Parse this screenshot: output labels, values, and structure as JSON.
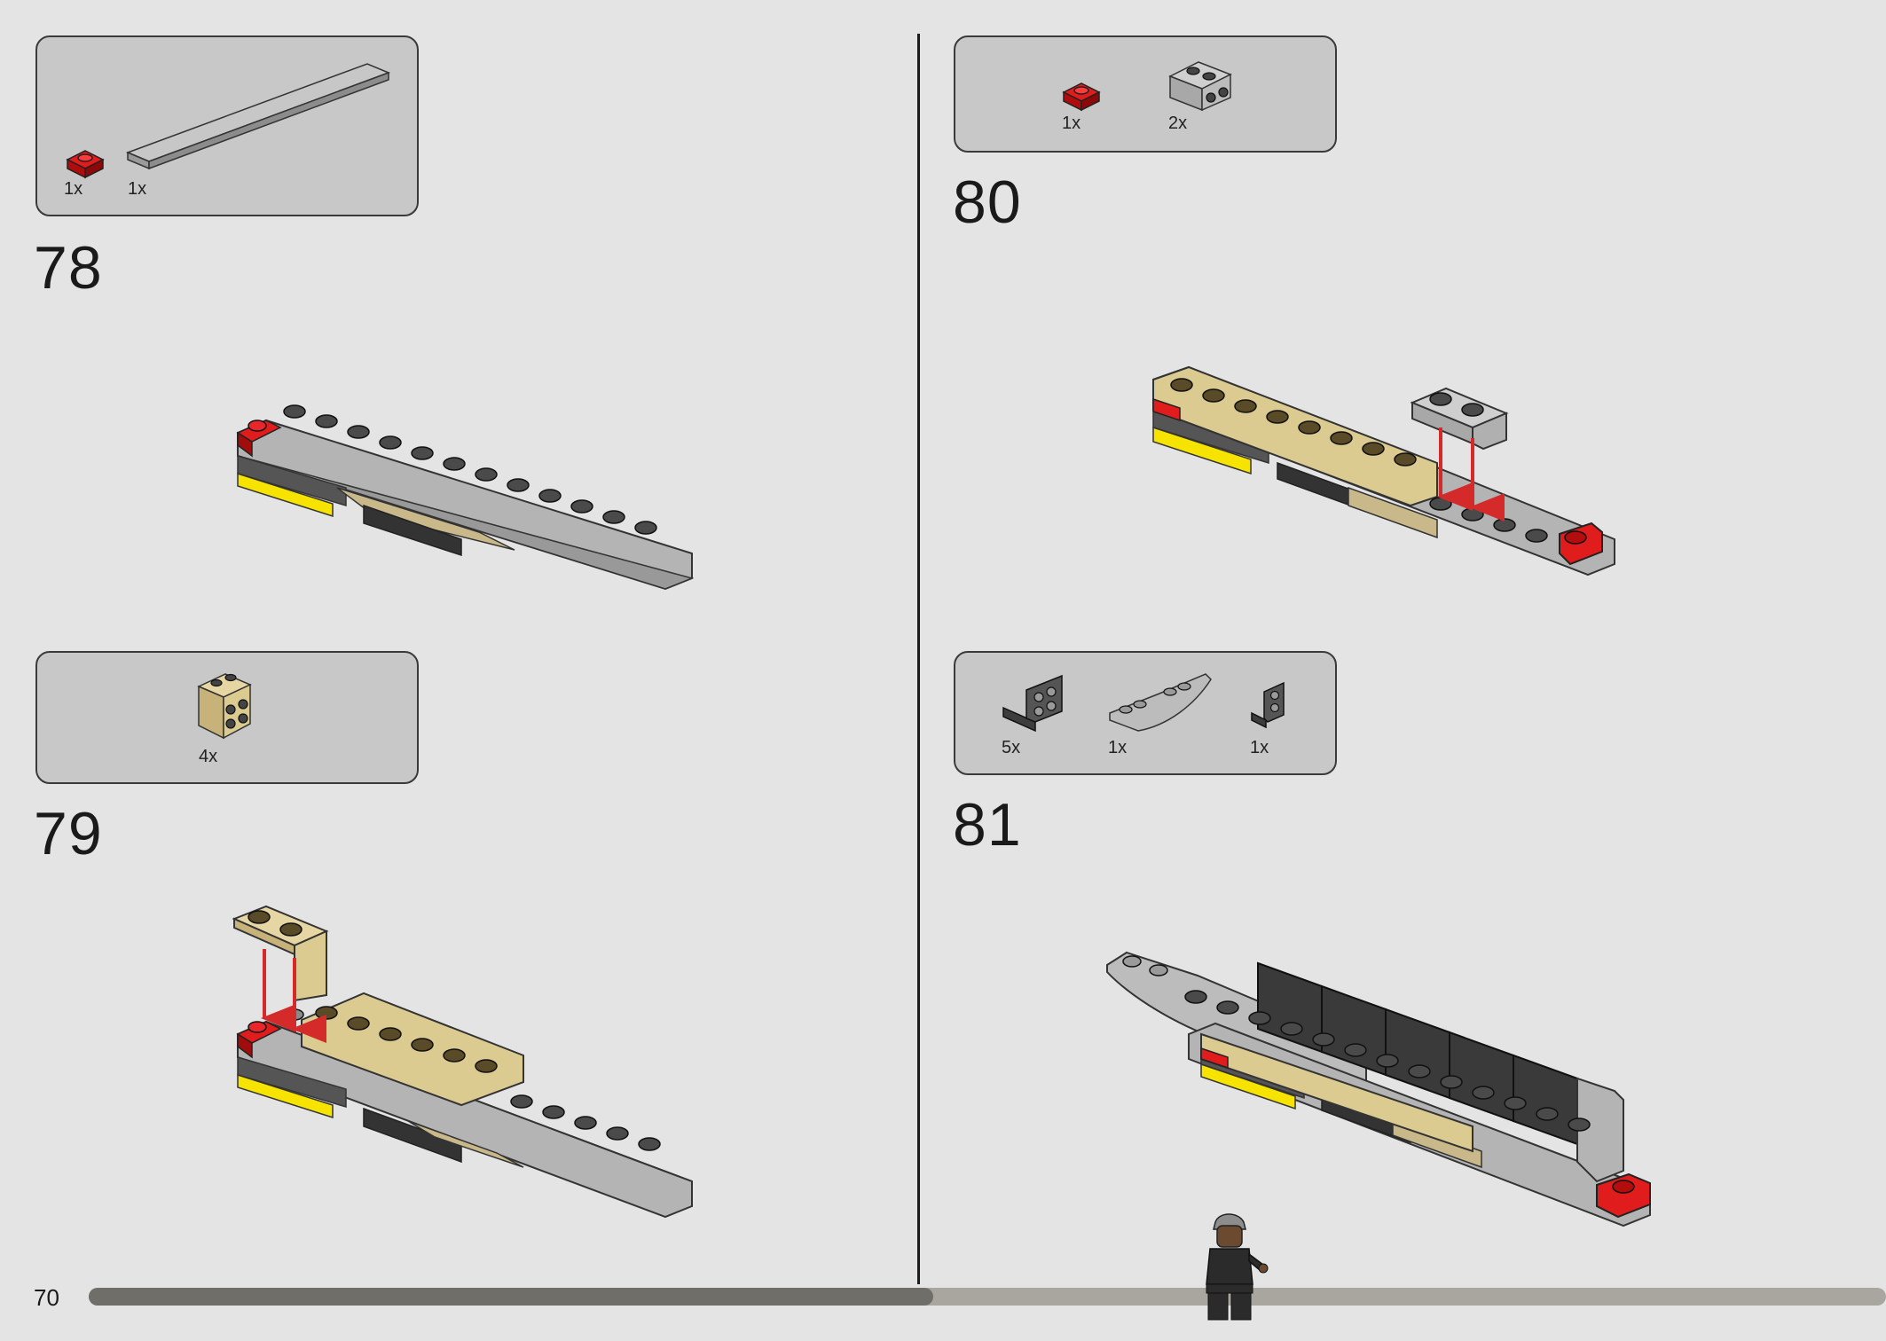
{
  "page": {
    "number": "70"
  },
  "progress": {
    "fraction": 0.47
  },
  "colors": {
    "background": "#e4e4e4",
    "parts_box": "#c8c8c8",
    "brick_red": "#d4111b",
    "brick_tan": "#dccb91",
    "light_gray": "#b8b8b8",
    "dark_gray": "#555555",
    "yellow": "#f7e300",
    "arrow_red": "#d42a2a"
  },
  "steps": [
    {
      "number": "78",
      "parts": [
        {
          "qty": "1x",
          "icon": "red-1x1-plate-icon"
        },
        {
          "qty": "1x",
          "icon": "gray-1x12-plate-icon"
        }
      ]
    },
    {
      "number": "79",
      "parts": [
        {
          "qty": "4x",
          "icon": "tan-bracket-icon"
        }
      ]
    },
    {
      "number": "80",
      "parts": [
        {
          "qty": "1x",
          "icon": "red-1x1-plate-icon"
        },
        {
          "qty": "2x",
          "icon": "gray-bracket-icon"
        }
      ]
    },
    {
      "number": "81",
      "parts": [
        {
          "qty": "5x",
          "icon": "dark-gray-bracket-icon"
        },
        {
          "qty": "1x",
          "icon": "curved-slope-icon"
        },
        {
          "qty": "1x",
          "icon": "small-bracket-icon"
        }
      ]
    }
  ]
}
